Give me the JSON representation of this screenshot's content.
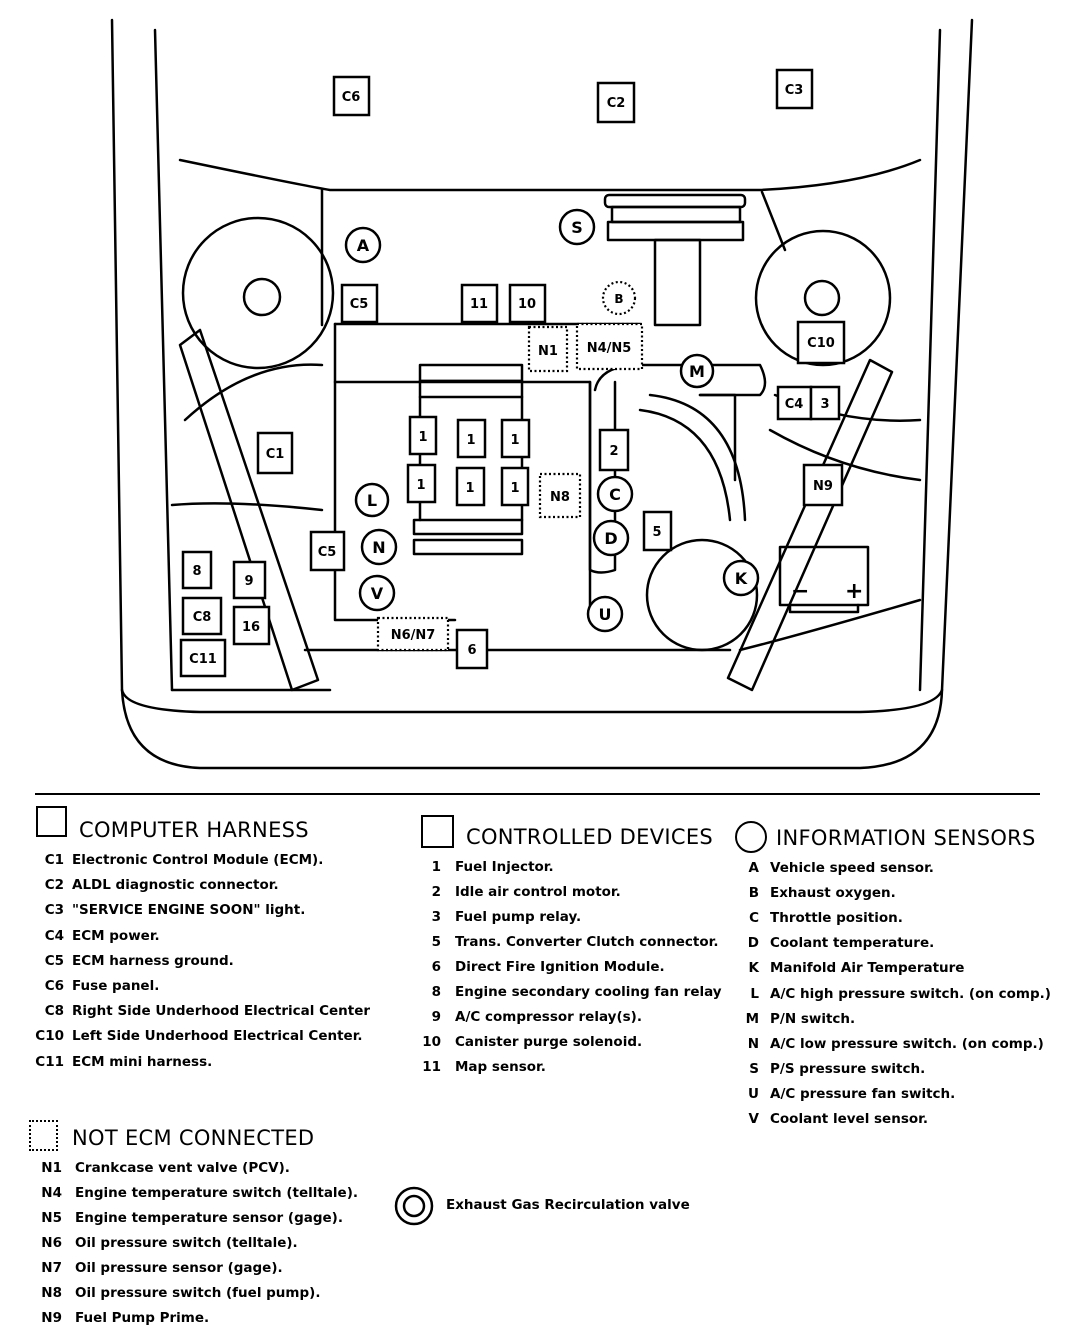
{
  "diagram": {
    "boxes": {
      "C6": "C6",
      "C2": "C2",
      "C3": "C3",
      "C5_top": "C5",
      "C5_left": "C5",
      "n11": "11",
      "n10": "10",
      "C10": "C10",
      "C4": "C4",
      "n3": "3",
      "C1": "C1",
      "n2": "2",
      "n5": "5",
      "n6": "6",
      "N9": "N9",
      "n8": "8",
      "n9": "9",
      "C8": "C8",
      "n16": "16",
      "C11": "C11",
      "inj": "1"
    },
    "dotted": {
      "N1": "N1",
      "N4N5": "N4/N5",
      "N8": "N8",
      "N6N7": "N6/N7",
      "B_dot": "B"
    },
    "circles": {
      "A": "A",
      "S": "S",
      "M": "M",
      "L": "L",
      "N": "N",
      "V": "V",
      "C": "C",
      "D": "D",
      "U": "U",
      "K": "K"
    },
    "battery": {
      "minus": "−",
      "plus": "+"
    }
  },
  "legend": {
    "computer_harness": {
      "title": "COMPUTER HARNESS",
      "items": [
        {
          "code": "C1",
          "desc": "Electronic Control Module (ECM)."
        },
        {
          "code": "C2",
          "desc": "ALDL diagnostic connector."
        },
        {
          "code": "C3",
          "desc": "\"SERVICE ENGINE SOON\" light."
        },
        {
          "code": "C4",
          "desc": "ECM power."
        },
        {
          "code": "C5",
          "desc": "ECM harness ground."
        },
        {
          "code": "C6",
          "desc": "Fuse panel."
        },
        {
          "code": "C8",
          "desc": "Right Side Underhood Electrical Center"
        },
        {
          "code": "C10",
          "desc": "Left Side Underhood Electrical Center."
        },
        {
          "code": "C11",
          "desc": "ECM mini harness."
        }
      ]
    },
    "controlled_devices": {
      "title": "CONTROLLED DEVICES",
      "items": [
        {
          "code": "1",
          "desc": "Fuel Injector."
        },
        {
          "code": "2",
          "desc": "Idle air control motor."
        },
        {
          "code": "3",
          "desc": "Fuel pump relay."
        },
        {
          "code": "5",
          "desc": "Trans. Converter Clutch connector."
        },
        {
          "code": "6",
          "desc": "Direct Fire Ignition Module."
        },
        {
          "code": "8",
          "desc": "Engine secondary cooling fan relay"
        },
        {
          "code": "9",
          "desc": "A/C compressor relay(s)."
        },
        {
          "code": "10",
          "desc": "Canister purge solenoid."
        },
        {
          "code": "11",
          "desc": "Map sensor."
        }
      ]
    },
    "information_sensors": {
      "title": "INFORMATION SENSORS",
      "items": [
        {
          "code": "A",
          "desc": "Vehicle speed sensor."
        },
        {
          "code": "B",
          "desc": "Exhaust oxygen."
        },
        {
          "code": "C",
          "desc": "Throttle position."
        },
        {
          "code": "D",
          "desc": "Coolant temperature."
        },
        {
          "code": "K",
          "desc": "Manifold Air Temperature"
        },
        {
          "code": "L",
          "desc": "A/C high pressure switch. (on comp.)"
        },
        {
          "code": "M",
          "desc": "P/N switch."
        },
        {
          "code": "N",
          "desc": "A/C low pressure switch. (on comp.)"
        },
        {
          "code": "S",
          "desc": "P/S pressure switch."
        },
        {
          "code": "U",
          "desc": "A/C pressure fan switch."
        },
        {
          "code": "V",
          "desc": "Coolant level sensor."
        }
      ]
    },
    "not_ecm": {
      "title": "NOT ECM CONNECTED",
      "items": [
        {
          "code": "N1",
          "desc": "Crankcase vent valve (PCV)."
        },
        {
          "code": "N4",
          "desc": "Engine temperature switch (telltale)."
        },
        {
          "code": "N5",
          "desc": "Engine temperature sensor (gage)."
        },
        {
          "code": "N6",
          "desc": "Oil pressure switch (telltale)."
        },
        {
          "code": "N7",
          "desc": "Oil pressure sensor (gage)."
        },
        {
          "code": "N8",
          "desc": "Oil pressure switch (fuel pump)."
        },
        {
          "code": "N9",
          "desc": "Fuel Pump Prime."
        }
      ]
    },
    "egr": {
      "label": "Exhaust Gas Recirculation valve"
    }
  }
}
